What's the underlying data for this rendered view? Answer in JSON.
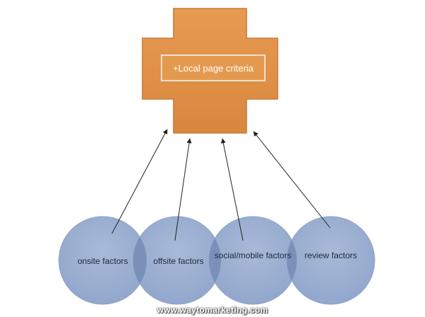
{
  "center": {
    "label": "+Local page criteria"
  },
  "factors": [
    {
      "label": "onsite factors"
    },
    {
      "label": "offsite factors"
    },
    {
      "label": "social/mobile factors"
    },
    {
      "label": "review factors"
    }
  ],
  "footer": {
    "text": "www.waytomarketing.com"
  },
  "colors": {
    "cross_fill": "#e0924a",
    "cross_border": "#c27432",
    "circle_fill": "#9aaed0",
    "circle_overlap": "#7b90b8",
    "circle_border": "#8ea3c8",
    "arrow": "#222222"
  }
}
